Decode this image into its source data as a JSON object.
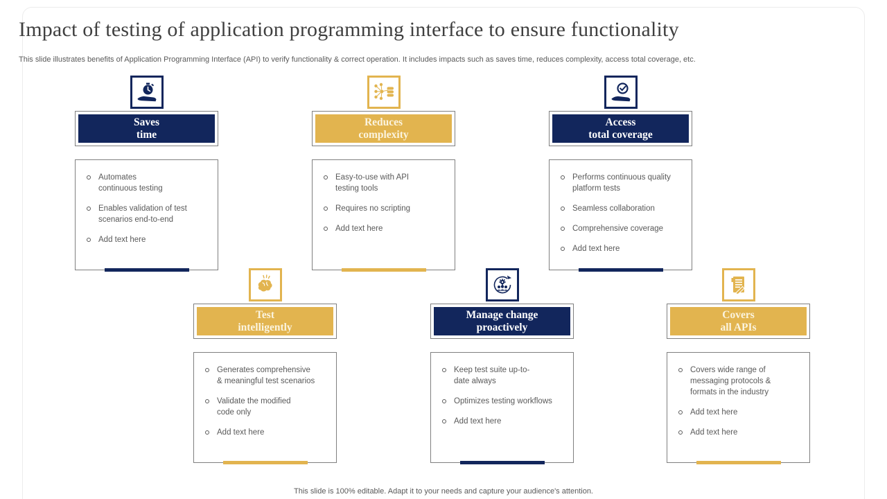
{
  "slide": {
    "title": "Impact of testing of application programming interface to ensure functionality",
    "subtitle": "This slide illustrates benefits of Application Programming Interface (API) to verify functionality & correct operation. It includes impacts such as saves time, reduces complexity, access total coverage, etc.",
    "footer": "This slide is 100% editable. Adapt it to your needs and capture your audience's attention."
  },
  "colors": {
    "navy": "#12265C",
    "gold": "#E2B44F",
    "box_border_gray": "#7F7F7F",
    "body_text_gray": "#595959",
    "title_gray": "#3F3F3F"
  },
  "cards": [
    {
      "name": "saves-time",
      "theme": "navy",
      "icon": "hand-stopwatch-icon",
      "title_lines": [
        "Saves",
        "time"
      ],
      "bullets": [
        "Automates\ncontinuous testing",
        "Enables validation of test\nscenarios end-to-end",
        "Add text here"
      ]
    },
    {
      "name": "reduces-complexity",
      "theme": "gold",
      "icon": "network-database-icon",
      "title_lines": [
        "Reduces",
        "complexity"
      ],
      "bullets": [
        "Easy-to-use with API\ntesting tools",
        "Requires no scripting",
        "Add text here"
      ]
    },
    {
      "name": "access-total-coverage",
      "theme": "navy",
      "icon": "hand-checkmark-icon",
      "title_lines": [
        "Access",
        "total coverage"
      ],
      "bullets": [
        "Performs continuous quality\nplatform tests",
        "Seamless collaboration",
        "Comprehensive coverage",
        "Add text here"
      ]
    },
    {
      "name": "test-intelligently",
      "theme": "gold",
      "icon": "brain-icon",
      "title_lines": [
        "Test",
        "intelligently"
      ],
      "bullets": [
        "Generates comprehensive\n& meaningful test scenarios",
        "Validate the modified\ncode only",
        "Add text here"
      ]
    },
    {
      "name": "manage-change-proactively",
      "theme": "navy",
      "icon": "change-management-icon",
      "title_lines": [
        "Manage change",
        "proactively"
      ],
      "bullets": [
        "Keep test suite up-to-\ndate always",
        "Optimizes testing workflows",
        "Add text here"
      ]
    },
    {
      "name": "covers-all-apis",
      "theme": "gold",
      "icon": "report-document-icon",
      "title_lines": [
        "Covers",
        "all APIs"
      ],
      "bullets": [
        "Covers wide range of\nmessaging protocols &\nformats in the industry",
        "Add text here",
        "Add text here"
      ]
    }
  ]
}
